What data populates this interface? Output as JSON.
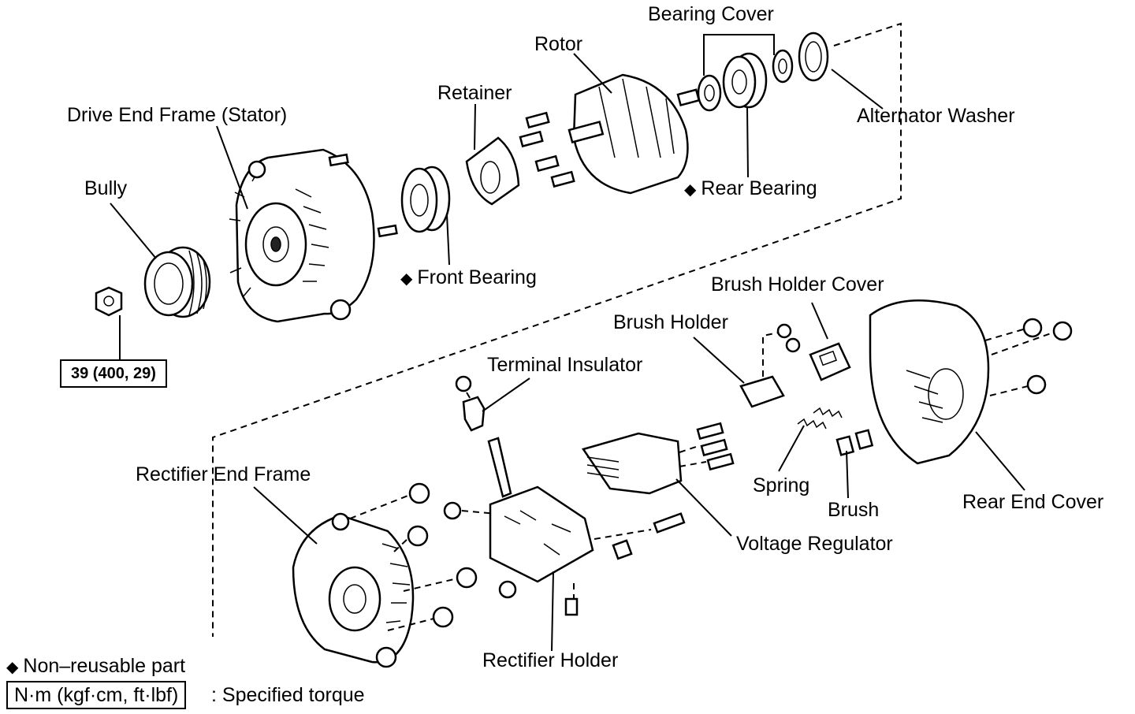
{
  "labels": {
    "bearing_cover": "Bearing Cover",
    "rotor": "Rotor",
    "retainer": "Retainer",
    "alternator_washer": "Alternator Washer",
    "drive_end_frame": "Drive End Frame (Stator)",
    "rear_bearing": "Rear Bearing",
    "bully": "Bully",
    "front_bearing": "Front Bearing",
    "brush_holder_cover": "Brush Holder Cover",
    "brush_holder": "Brush Holder",
    "terminal_insulator": "Terminal Insulator",
    "rectifier_end_frame": "Rectifier End Frame",
    "spring": "Spring",
    "brush": "Brush",
    "rear_end_cover": "Rear End Cover",
    "voltage_regulator": "Voltage Regulator",
    "rectifier_holder": "Rectifier Holder"
  },
  "non_reusable_marker": "◆",
  "torque_value": "39 (400, 29)",
  "legend": {
    "non_reusable_symbol": "◆",
    "non_reusable_text": "Non–reusable part",
    "torque_unit_box": "N·m (kgf·cm, ft·lbf)",
    "torque_text": ": Specified torque"
  },
  "colors": {
    "ink": "#000000",
    "paper": "#ffffff"
  }
}
